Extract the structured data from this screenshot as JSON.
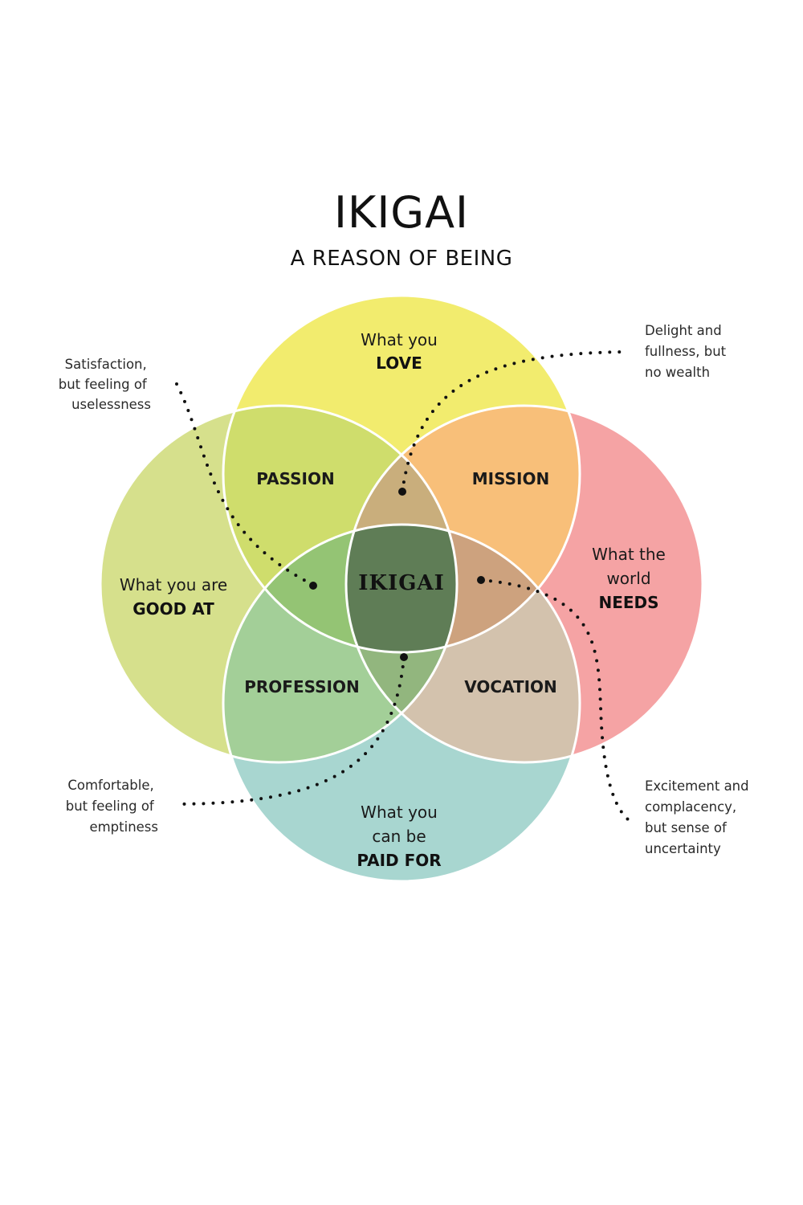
{
  "title": "IKIGAI",
  "subtitle": "A REASON OF BEING",
  "circles": {
    "love": {
      "line1": "What you",
      "line2": "LOVE"
    },
    "good_at": {
      "line1": "What you are",
      "line2": "GOOD AT"
    },
    "world_needs": {
      "line1": "What the",
      "line2": "world",
      "line3": "NEEDS"
    },
    "paid_for": {
      "line1": "What you",
      "line2": "can be",
      "line3": "PAID FOR"
    }
  },
  "overlaps": {
    "passion": "PASSION",
    "mission": "MISSION",
    "profession": "PROFESSION",
    "vocation": "VOCATION",
    "center": "IKIGAI"
  },
  "annotations": {
    "top_left": [
      "Satisfaction,",
      "but feeling of",
      "uselessness"
    ],
    "top_right": [
      "Delight and",
      "fullness, but",
      "no wealth"
    ],
    "bottom_left": [
      "Comfortable,",
      "but feeling of",
      "emptiness"
    ],
    "bottom_right": [
      "Excitement and",
      "complacency,",
      "but sense of",
      "uncertainty"
    ]
  },
  "colors": {
    "love": "#f2ec6e",
    "good_at": "#d6e08c",
    "world_needs": "#f5a3a4",
    "paid_for": "#a8d6d0",
    "passion": "#cfdd6c",
    "mission": "#f8bf79",
    "profession": "#a3cf98",
    "vocation": "#d3c2ad",
    "love_needs_top": "#c9ae7c",
    "good_paid": "#94c474",
    "needs_paid": "#cda27e",
    "profession_vocation_bottom": "#92b67e",
    "center": "#5f7d56"
  }
}
